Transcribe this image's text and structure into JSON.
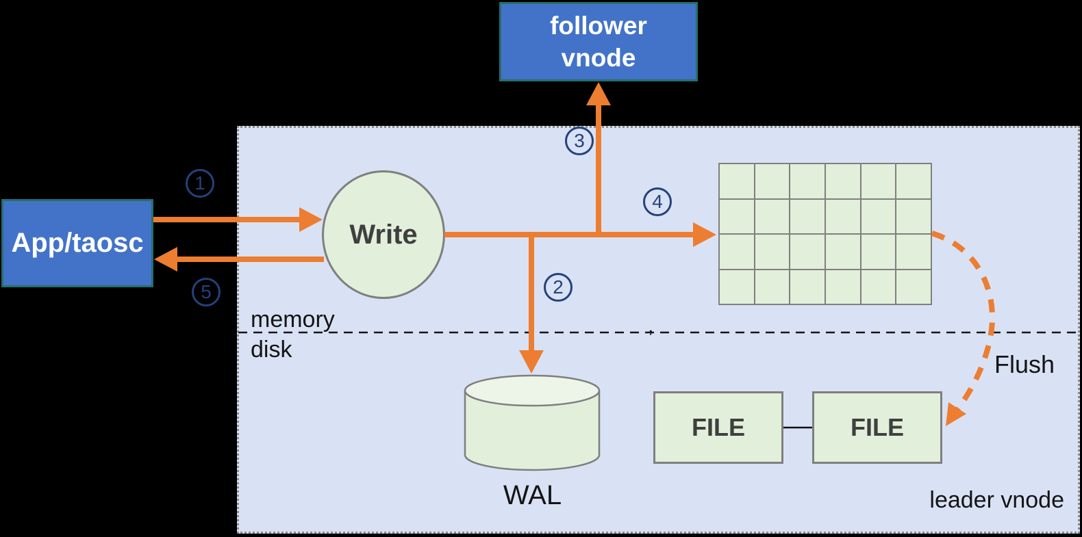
{
  "nodes": {
    "app": {
      "label": "App/taosc"
    },
    "follower": {
      "line1": "follower",
      "line2": "vnode"
    },
    "write": {
      "label": "Write"
    },
    "wal": {
      "label": "WAL"
    },
    "file1": {
      "label": "FILE"
    },
    "file2": {
      "label": "FILE"
    }
  },
  "labels": {
    "memory": "memory",
    "disk": "disk",
    "flush": "Flush",
    "leader": "leader vnode",
    "divider_artifact": ","
  },
  "steps": [
    {
      "number": "1"
    },
    {
      "number": "2"
    },
    {
      "number": "3"
    },
    {
      "number": "4"
    },
    {
      "number": "5"
    }
  ],
  "grid": {
    "rows": 4,
    "cols": 6
  },
  "colors": {
    "background": "#000000",
    "node_blue": "#4273C8",
    "node_blue_border": "#266F6F",
    "panel_fill": "#D9E2F4",
    "panel_border": "#8C8C8C",
    "shape_green": "#E2EFDA",
    "shape_green_light": "#EDF5E8",
    "shape_border": "#7F7F7F",
    "arrow_orange": "#ED7D31",
    "number_navy": "#24417C",
    "text_dark_gray": "#3F3F3F"
  }
}
